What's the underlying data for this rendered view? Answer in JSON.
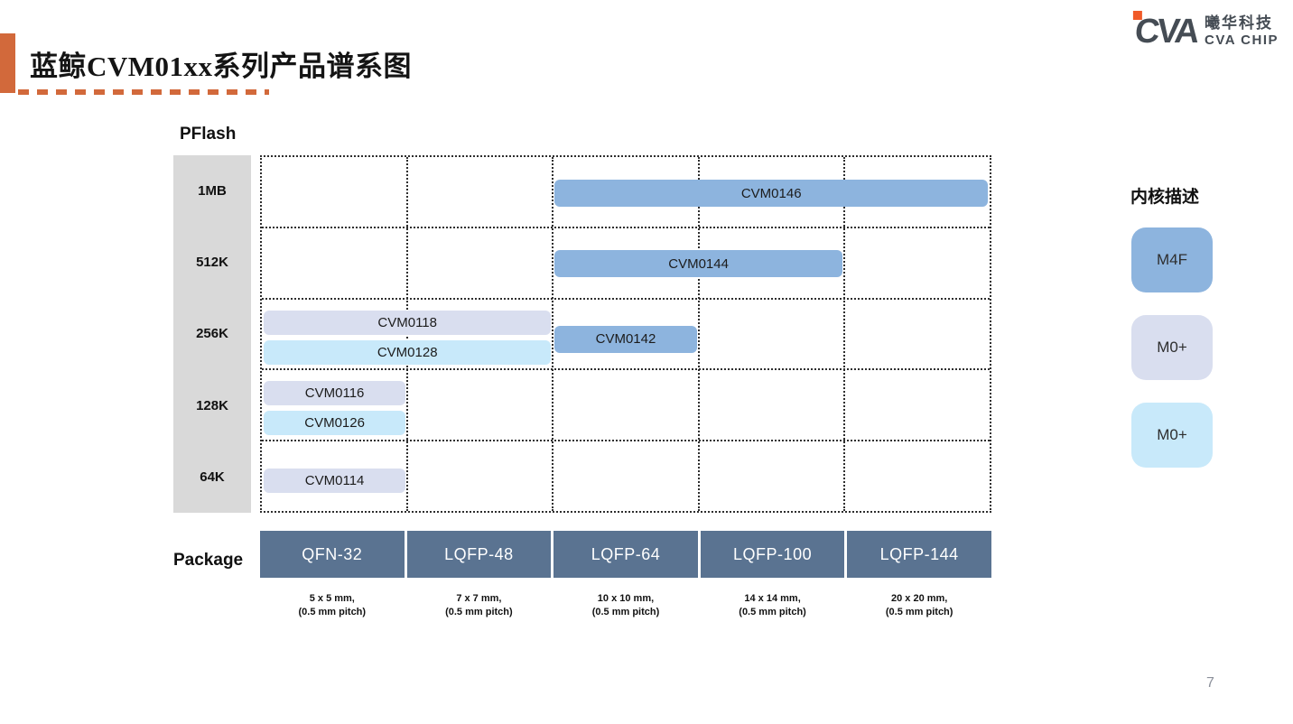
{
  "header": {
    "title": "蓝鲸CVM01xx系列产品谱系图"
  },
  "logo": {
    "mark": "CVA",
    "company_cn": "曦华科技",
    "company_en": "CVA CHIP"
  },
  "footer": {
    "page_number": "7"
  },
  "colors": {
    "accent_orange": "#D2693B",
    "logo_orange": "#F05A28",
    "logo_gray": "#454C54",
    "package_band": "#5A7391",
    "axis_column": "#D9D9D9"
  },
  "chart_data": {
    "type": "matrix",
    "title": "蓝鲸CVM01xx系列产品谱系图",
    "grid": "dotted",
    "y_axis": {
      "label": "PFlash",
      "categories": [
        "1MB",
        "512K",
        "256K",
        "128K",
        "64K"
      ]
    },
    "x_axis": {
      "label": "Package",
      "categories": [
        "QFN-32",
        "LQFP-48",
        "LQFP-64",
        "LQFP-100",
        "LQFP-144"
      ],
      "package_sizes": [
        {
          "size": "5 x 5 mm,",
          "pitch": "(0.5 mm pitch)"
        },
        {
          "size": "7 x 7 mm,",
          "pitch": "(0.5 mm pitch)"
        },
        {
          "size": "10 x 10 mm,",
          "pitch": "(0.5 mm pitch)"
        },
        {
          "size": "14 x 14 mm,",
          "pitch": "(0.5 mm pitch)"
        },
        {
          "size": "20 x 20 mm,",
          "pitch": "(0.5 mm pitch)"
        }
      ]
    },
    "legend": {
      "title": "内核描述",
      "position": "right",
      "entries": [
        {
          "label": "M4F",
          "color": "#8DB4DE"
        },
        {
          "label": "M0+",
          "color": "#D9DEEF"
        },
        {
          "label": "M0+",
          "color": "#C8E9FA"
        }
      ]
    },
    "products": [
      {
        "name": "CVM0146",
        "pflash": "1MB",
        "package_start": "LQFP-64",
        "package_end": "LQFP-144",
        "core": "M4F",
        "legend_index": 0,
        "lane": "center"
      },
      {
        "name": "CVM0144",
        "pflash": "512K",
        "package_start": "LQFP-64",
        "package_end": "LQFP-100",
        "core": "M4F",
        "legend_index": 0,
        "lane": "center"
      },
      {
        "name": "CVM0118",
        "pflash": "256K",
        "package_start": "QFN-32",
        "package_end": "LQFP-48",
        "core": "M0+",
        "legend_index": 1,
        "lane": "top"
      },
      {
        "name": "CVM0128",
        "pflash": "256K",
        "package_start": "QFN-32",
        "package_end": "LQFP-48",
        "core": "M0+",
        "legend_index": 2,
        "lane": "bottom"
      },
      {
        "name": "CVM0142",
        "pflash": "256K",
        "package_start": "LQFP-64",
        "package_end": "LQFP-64",
        "core": "M4F",
        "legend_index": 0,
        "lane": "mid"
      },
      {
        "name": "CVM0116",
        "pflash": "128K",
        "package_start": "QFN-32",
        "package_end": "QFN-32",
        "core": "M0+",
        "legend_index": 1,
        "lane": "top"
      },
      {
        "name": "CVM0126",
        "pflash": "128K",
        "package_start": "QFN-32",
        "package_end": "QFN-32",
        "core": "M0+",
        "legend_index": 2,
        "lane": "bottom"
      },
      {
        "name": "CVM0114",
        "pflash": "64K",
        "package_start": "QFN-32",
        "package_end": "QFN-32",
        "core": "M0+",
        "legend_index": 1,
        "lane": "solo"
      }
    ]
  }
}
